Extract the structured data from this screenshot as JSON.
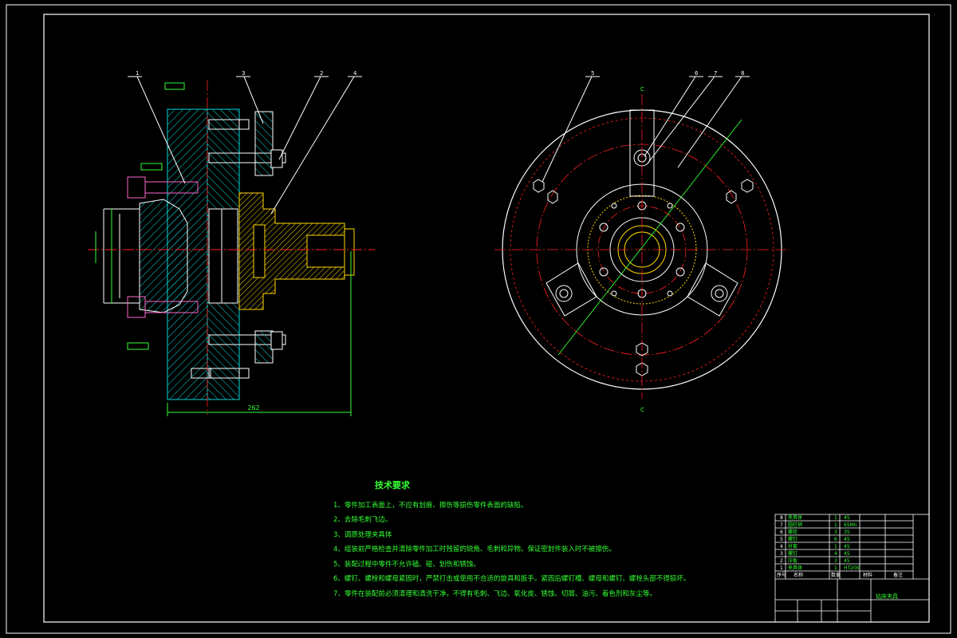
{
  "drawing": {
    "title": "技术要求",
    "notes": [
      "1、零件加工表面上，不应有划痕、擦伤等损伤零件表面的缺陷。",
      "2、去除毛刺飞边。",
      "3、调质处理夹具体",
      "4、组装前严格检查并清除零件加工时残留的锐角、毛刺和异物。保证密封件装入时不被擦伤。",
      "5、装配过程中零件不允许磕、碰、划伤和锈蚀。",
      "6、螺钉、螺栓和螺母紧固时，严禁打击或使用不合适的旋具和扳手。紧固后螺钉槽、螺母和螺钉、螺栓头部不得损坏。",
      "7、零件在装配前必须清理和清洗干净，不得有毛刺、飞边、氧化皮、锈蚀、切屑、油污、着色剂和灰尘等。"
    ],
    "dimension_overall_width": "262",
    "section_mark": "C",
    "left_view_callouts": [
      "1",
      "3",
      "2",
      "4"
    ],
    "right_view_callouts": [
      "5",
      "6",
      "7",
      "8"
    ],
    "title_block_name": "钻床夹具",
    "parts_rows": [
      {
        "no": "8",
        "name": "夹具体",
        "qty": "1",
        "material": "45",
        "std": ""
      },
      {
        "no": "7",
        "name": "圆柱销",
        "qty": "1",
        "material": "65Mn",
        "std": ""
      },
      {
        "no": "6",
        "name": "螺栓",
        "qty": "3",
        "material": "35",
        "std": ""
      },
      {
        "no": "5",
        "name": "螺钉",
        "qty": "6",
        "material": "45",
        "std": ""
      },
      {
        "no": "4",
        "name": "衬套",
        "qty": "1",
        "material": "45",
        "std": ""
      },
      {
        "no": "3",
        "name": "螺钉",
        "qty": "4",
        "material": "45",
        "std": ""
      },
      {
        "no": "2",
        "name": "压板",
        "qty": "3",
        "material": "45",
        "std": ""
      },
      {
        "no": "1",
        "name": "夹具体",
        "qty": "1",
        "material": "HT200",
        "std": ""
      }
    ],
    "parts_header": [
      "序号",
      "名称",
      "数量",
      "材料",
      "备注"
    ]
  },
  "colors": {
    "border": "#ffffff",
    "annotation": "#33ff33",
    "hatch_cyan": "#00d8d8",
    "centerline": "#ff2020",
    "yellow_part": "#ffd800"
  }
}
